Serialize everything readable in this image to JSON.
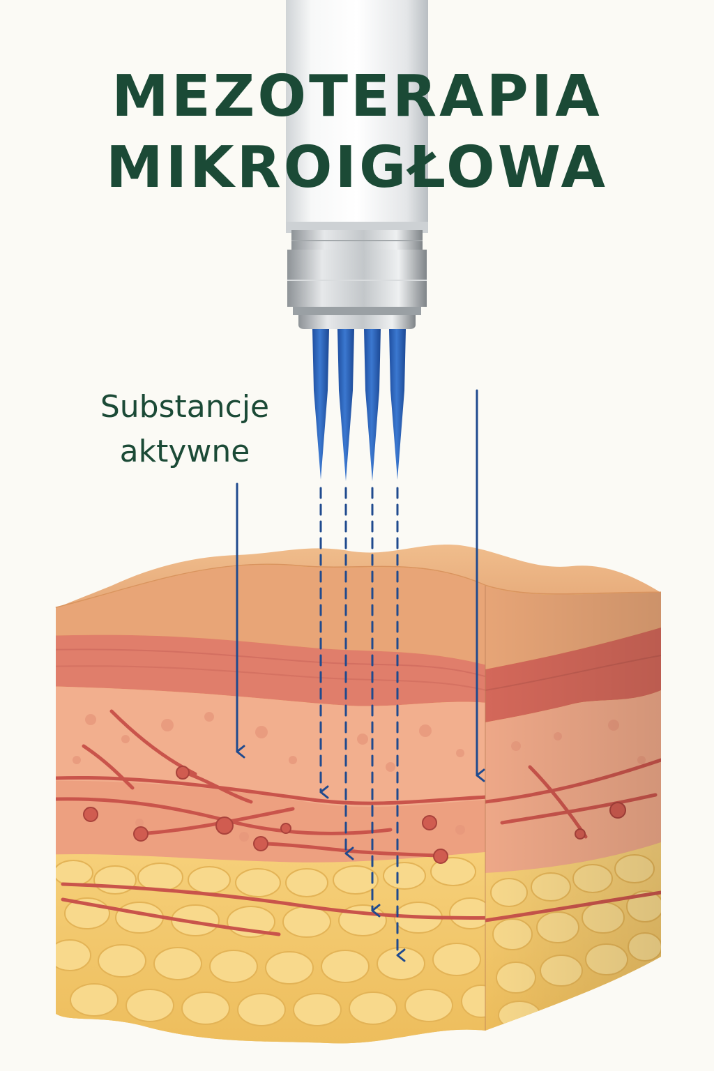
{
  "title": {
    "line1": "MEZOTERAPIA",
    "line2": "MIKROIGŁOWA"
  },
  "annotation": {
    "line1": "Substancje",
    "line2": "aktywne"
  },
  "icons": {
    "device": "microneedle-pen-icon",
    "needles": "needle-icon",
    "skin": "skin-cross-section-icon"
  },
  "colors": {
    "title": "#1b4a36",
    "label": "#1b4a36",
    "needle": "#2a62b8",
    "arrow": "#1f4a8e",
    "epidermis": "#e7a678",
    "dermis": "#e3806e",
    "papillary": "#f2b090",
    "vessel": "#c9544b",
    "fat": "#f0c66a",
    "background": "#fbfaf5"
  }
}
